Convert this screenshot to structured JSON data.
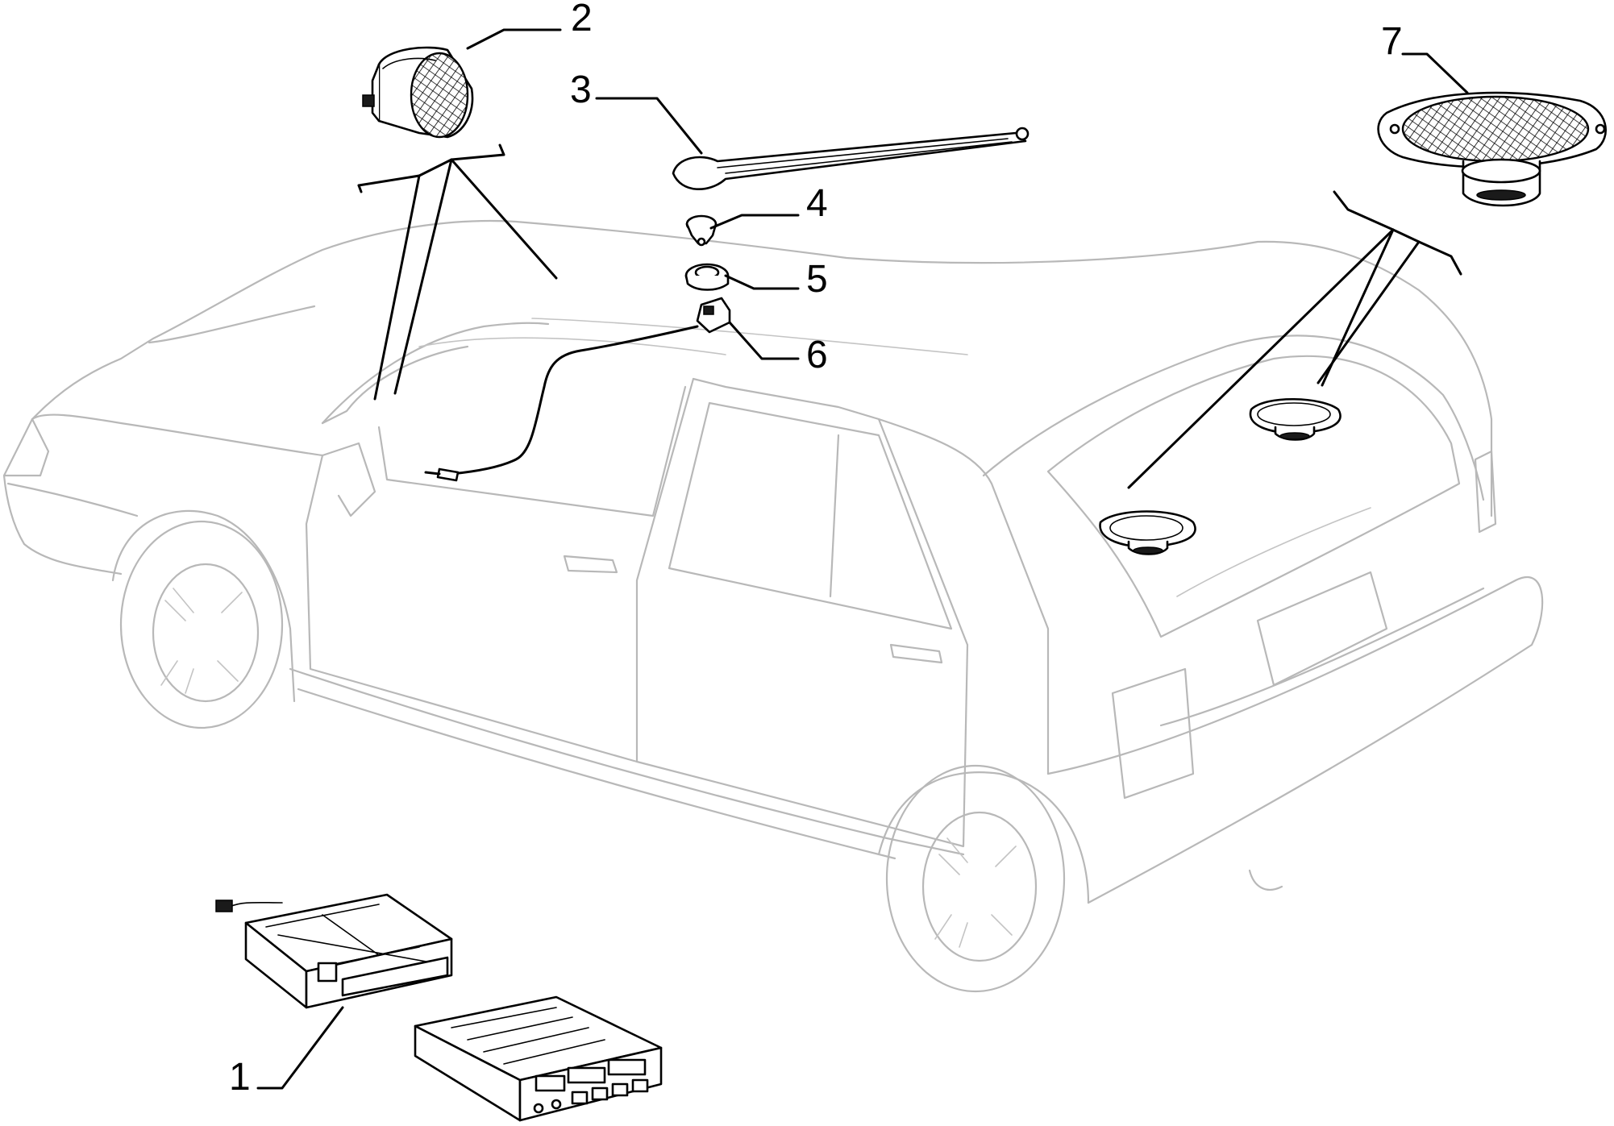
{
  "callouts": [
    {
      "id": "1",
      "label": "1",
      "part": "radio-housing-and-unit"
    },
    {
      "id": "2",
      "label": "2",
      "part": "front-door-speaker"
    },
    {
      "id": "3",
      "label": "3",
      "part": "roof-antenna-mast"
    },
    {
      "id": "4",
      "label": "4",
      "part": "antenna-fixing-nut"
    },
    {
      "id": "5",
      "label": "5",
      "part": "antenna-seal-gasket"
    },
    {
      "id": "6",
      "label": "6",
      "part": "antenna-base-and-cable"
    },
    {
      "id": "7",
      "label": "7",
      "part": "rear-parcel-shelf-speaker"
    }
  ],
  "colors": {
    "car_outline": "#b8b8b8",
    "part_outline": "#000000",
    "background": "#ffffff"
  }
}
